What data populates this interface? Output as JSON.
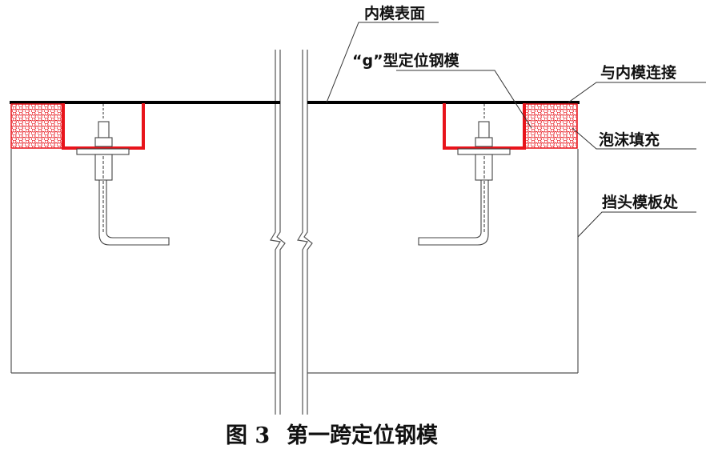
{
  "labels": {
    "inner_mold_surface": "内模表面",
    "g_steel_mold": "“g”型定位钢模",
    "connect_inner_mold": "与内模连接",
    "foam_fill": "泡沫填充",
    "end_formwork": "挡头模板处"
  },
  "caption": {
    "figure_no": "图 3",
    "title": "第一跨定位钢模"
  },
  "colors": {
    "steel_mold": "#e8141b",
    "foam": "#e8141b",
    "line": "#1a1a1a",
    "surface": "#000000"
  }
}
